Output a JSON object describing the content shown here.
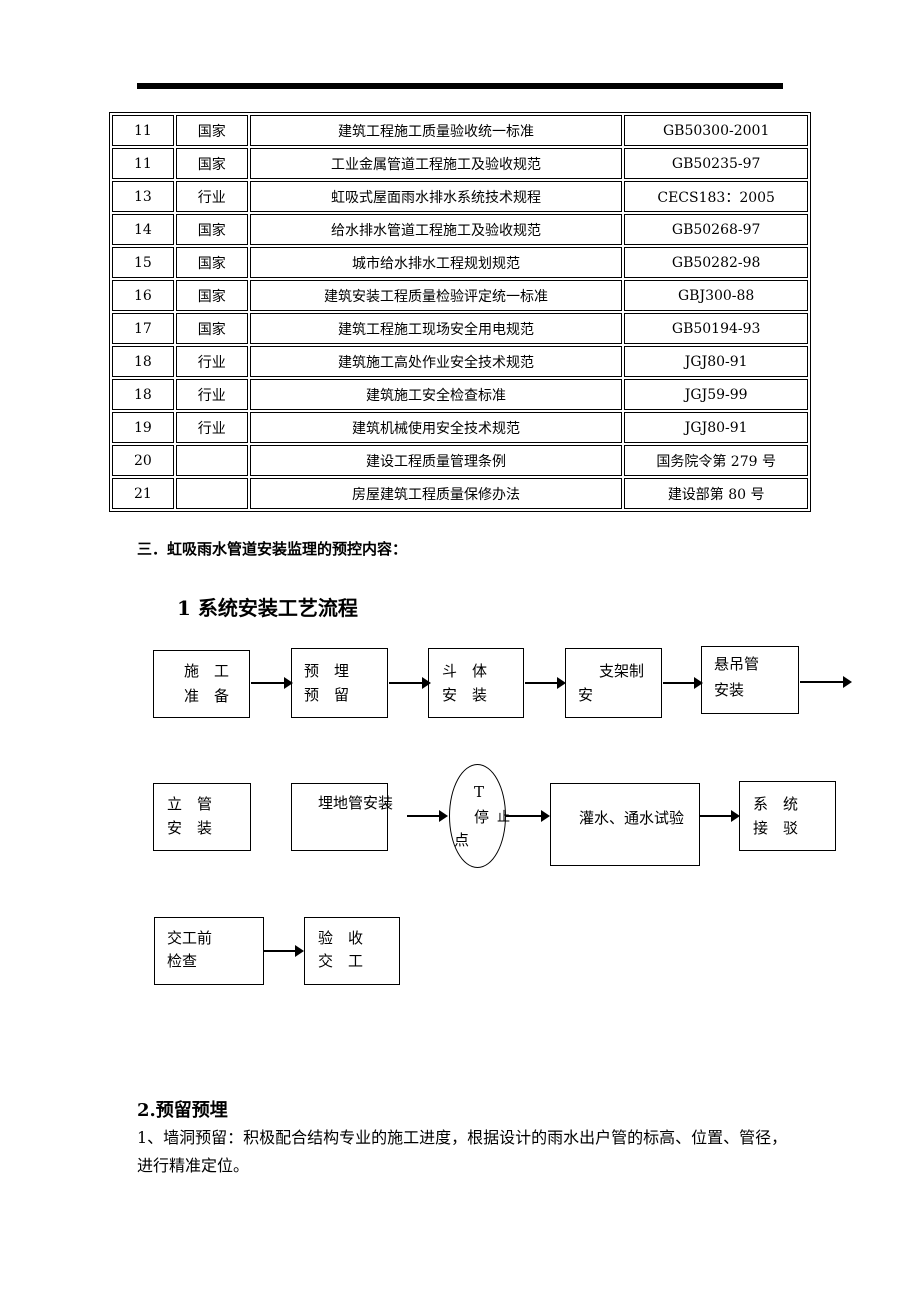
{
  "standards_table": {
    "rows": [
      {
        "no": "11",
        "level": "国家",
        "name": "建筑工程施工质量验收统一标准",
        "code": "GB50300-2001"
      },
      {
        "no": "11",
        "level": "国家",
        "name": "工业金属管道工程施工及验收规范",
        "code": "GB50235-97"
      },
      {
        "no": "13",
        "level": "行业",
        "name": "虹吸式屋面雨水排水系统技术规程",
        "code": "CECS183：2005"
      },
      {
        "no": "14",
        "level": "国家",
        "name": "给水排水管道工程施工及验收规范",
        "code": "GB50268-97"
      },
      {
        "no": "15",
        "level": "国家",
        "name": "城市给水排水工程规划规范",
        "code": "GB50282-98"
      },
      {
        "no": "16",
        "level": "国家",
        "name": "建筑安装工程质量检验评定统一标准",
        "code": "GBJ300-88"
      },
      {
        "no": "17",
        "level": "国家",
        "name": "建筑工程施工现场安全用电规范",
        "code": "GB50194-93"
      },
      {
        "no": "18",
        "level": "行业",
        "name": "建筑施工高处作业安全技术规范",
        "code": "JGJ80-91"
      },
      {
        "no": "18",
        "level": "行业",
        "name": "建筑施工安全检查标准",
        "code": "JGJ59-99"
      },
      {
        "no": "19",
        "level": "行业",
        "name": "建筑机械使用安全技术规范",
        "code": "JGJ80-91"
      },
      {
        "no": "20",
        "level": "",
        "name": "建设工程质量管理条例",
        "code": "国务院令第 279 号"
      },
      {
        "no": "21",
        "level": "",
        "name": "房屋建筑工程质量保修办法",
        "code": "建设部第 80 号"
      }
    ]
  },
  "section3_title": "三．虹吸雨水管道安装监理的预控内容：",
  "heading1": "1 系统安装工艺流程",
  "flow": {
    "b1": [
      "施　工",
      "准　备"
    ],
    "b2": [
      "预　埋",
      "预　留"
    ],
    "b3": [
      "斗　体",
      "安　装"
    ],
    "b4": [
      "支架制",
      "安"
    ],
    "b5": [
      "悬吊管",
      "安装"
    ],
    "b6": [
      "立　管",
      "安　装"
    ],
    "b7": "埋地管安装",
    "stop": [
      "T",
      "停",
      "止",
      "点"
    ],
    "b8": "灌水、通水试验",
    "b9": [
      "系　统",
      "接　驳"
    ],
    "b10": [
      "交工前",
      "检查"
    ],
    "b11": [
      "验　收",
      "交　工"
    ]
  },
  "heading2": "2.预留预埋",
  "paragraph": "1、墙洞预留：积极配合结构专业的施工进度，根据设计的雨水出户管的标高、位置、管径，进行精准定位。"
}
